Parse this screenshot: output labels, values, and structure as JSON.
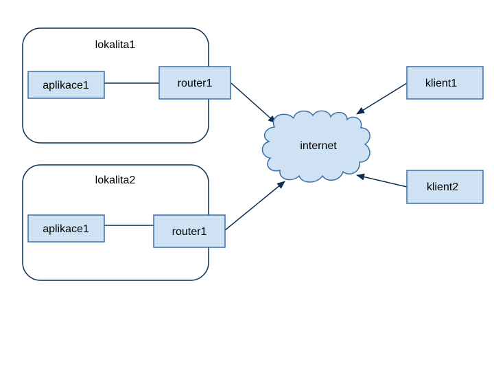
{
  "diagram": {
    "groups": {
      "site1": {
        "label": "lokalita1"
      },
      "site2": {
        "label": "lokalita2"
      }
    },
    "nodes": {
      "app1": {
        "label": "aplikace1"
      },
      "router1": {
        "label": "router1"
      },
      "app2": {
        "label": "aplikace1"
      },
      "router2": {
        "label": "router1"
      },
      "internet": {
        "label": "internet"
      },
      "client1": {
        "label": "klient1"
      },
      "client2": {
        "label": "klient2"
      }
    },
    "edges": [
      {
        "from": "aplikace1",
        "to": "router1",
        "directed": false
      },
      {
        "from": "router1",
        "to": "internet",
        "directed": true
      },
      {
        "from": "aplikace1",
        "to": "router1",
        "directed": false
      },
      {
        "from": "router1",
        "to": "internet",
        "directed": true
      },
      {
        "from": "klient1",
        "to": "internet",
        "directed": true
      },
      {
        "from": "klient2",
        "to": "internet",
        "directed": true
      }
    ],
    "colors": {
      "node_fill": "#cfe2f3",
      "node_stroke": "#3a6ea5",
      "group_stroke": "#0b2d4f",
      "edge": "#0b2d4f",
      "cloud_fill": "#cfe2f3"
    }
  }
}
